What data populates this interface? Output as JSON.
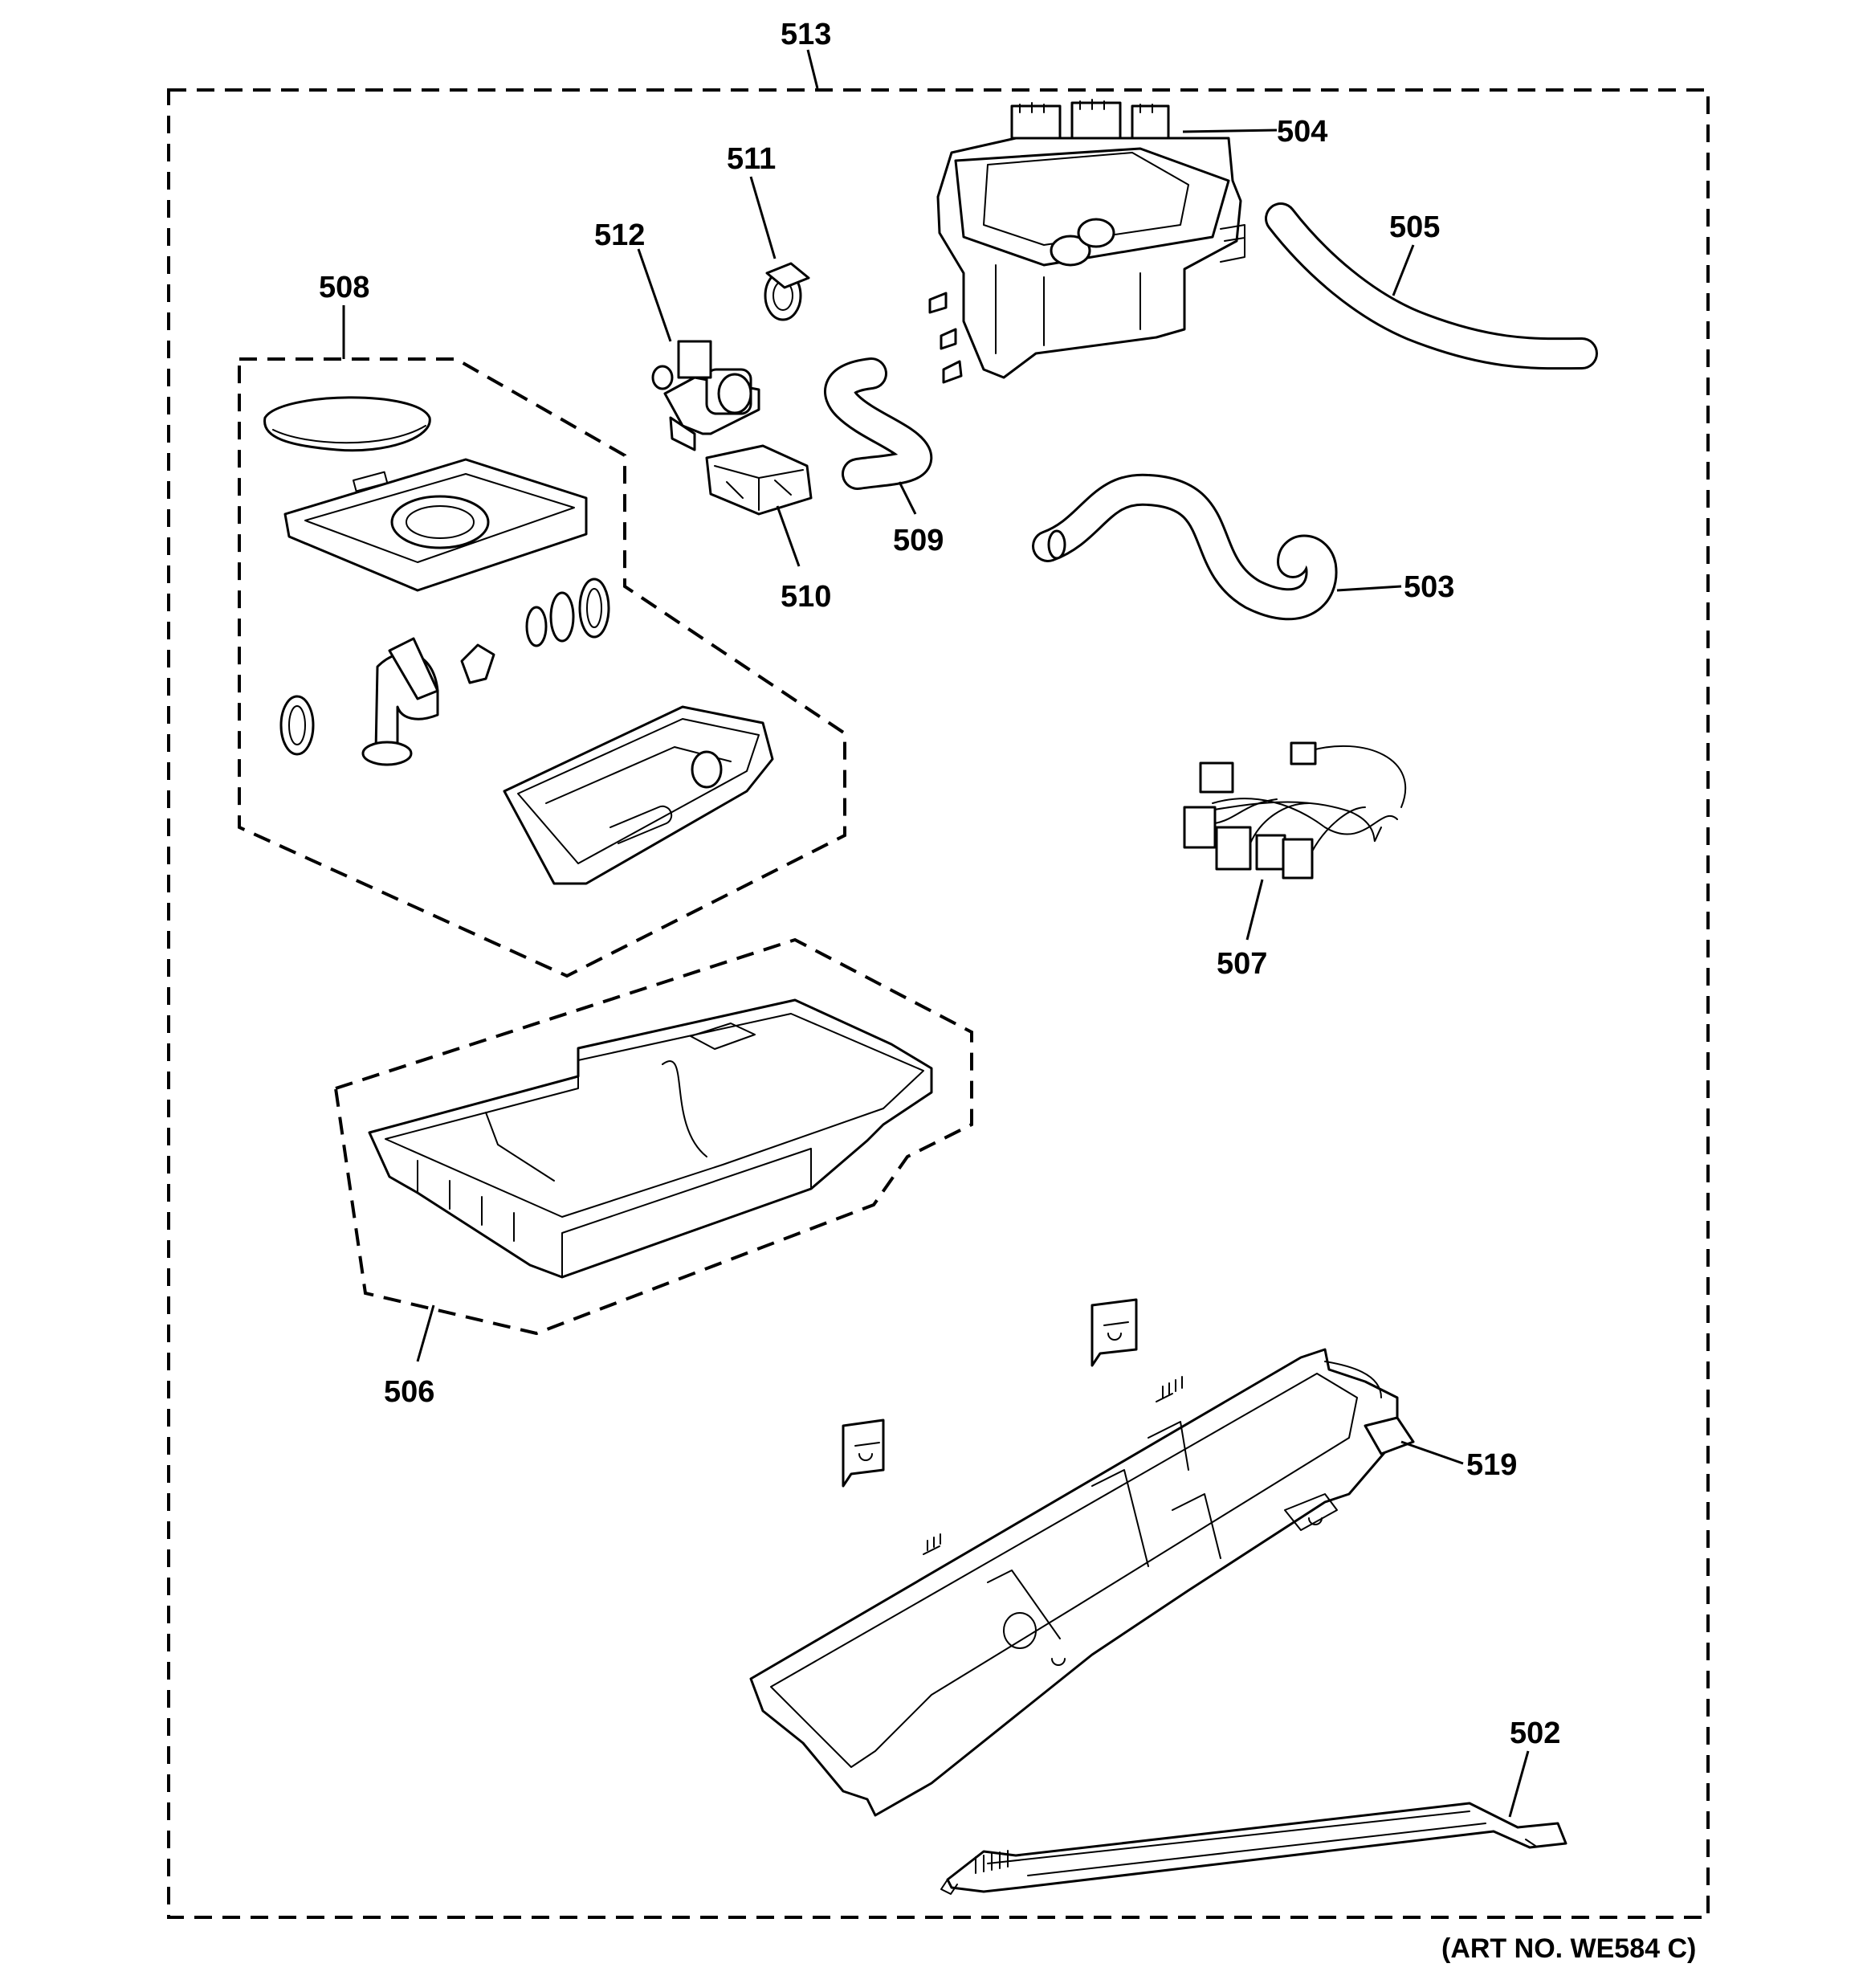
{
  "callouts": {
    "c502": "502",
    "c503": "503",
    "c504": "504",
    "c505": "505",
    "c506": "506",
    "c507": "507",
    "c508": "508",
    "c509": "509",
    "c510": "510",
    "c511": "511",
    "c512": "512",
    "c513": "513",
    "c519": "519"
  },
  "art_number": "(ART NO. WE584 C)"
}
